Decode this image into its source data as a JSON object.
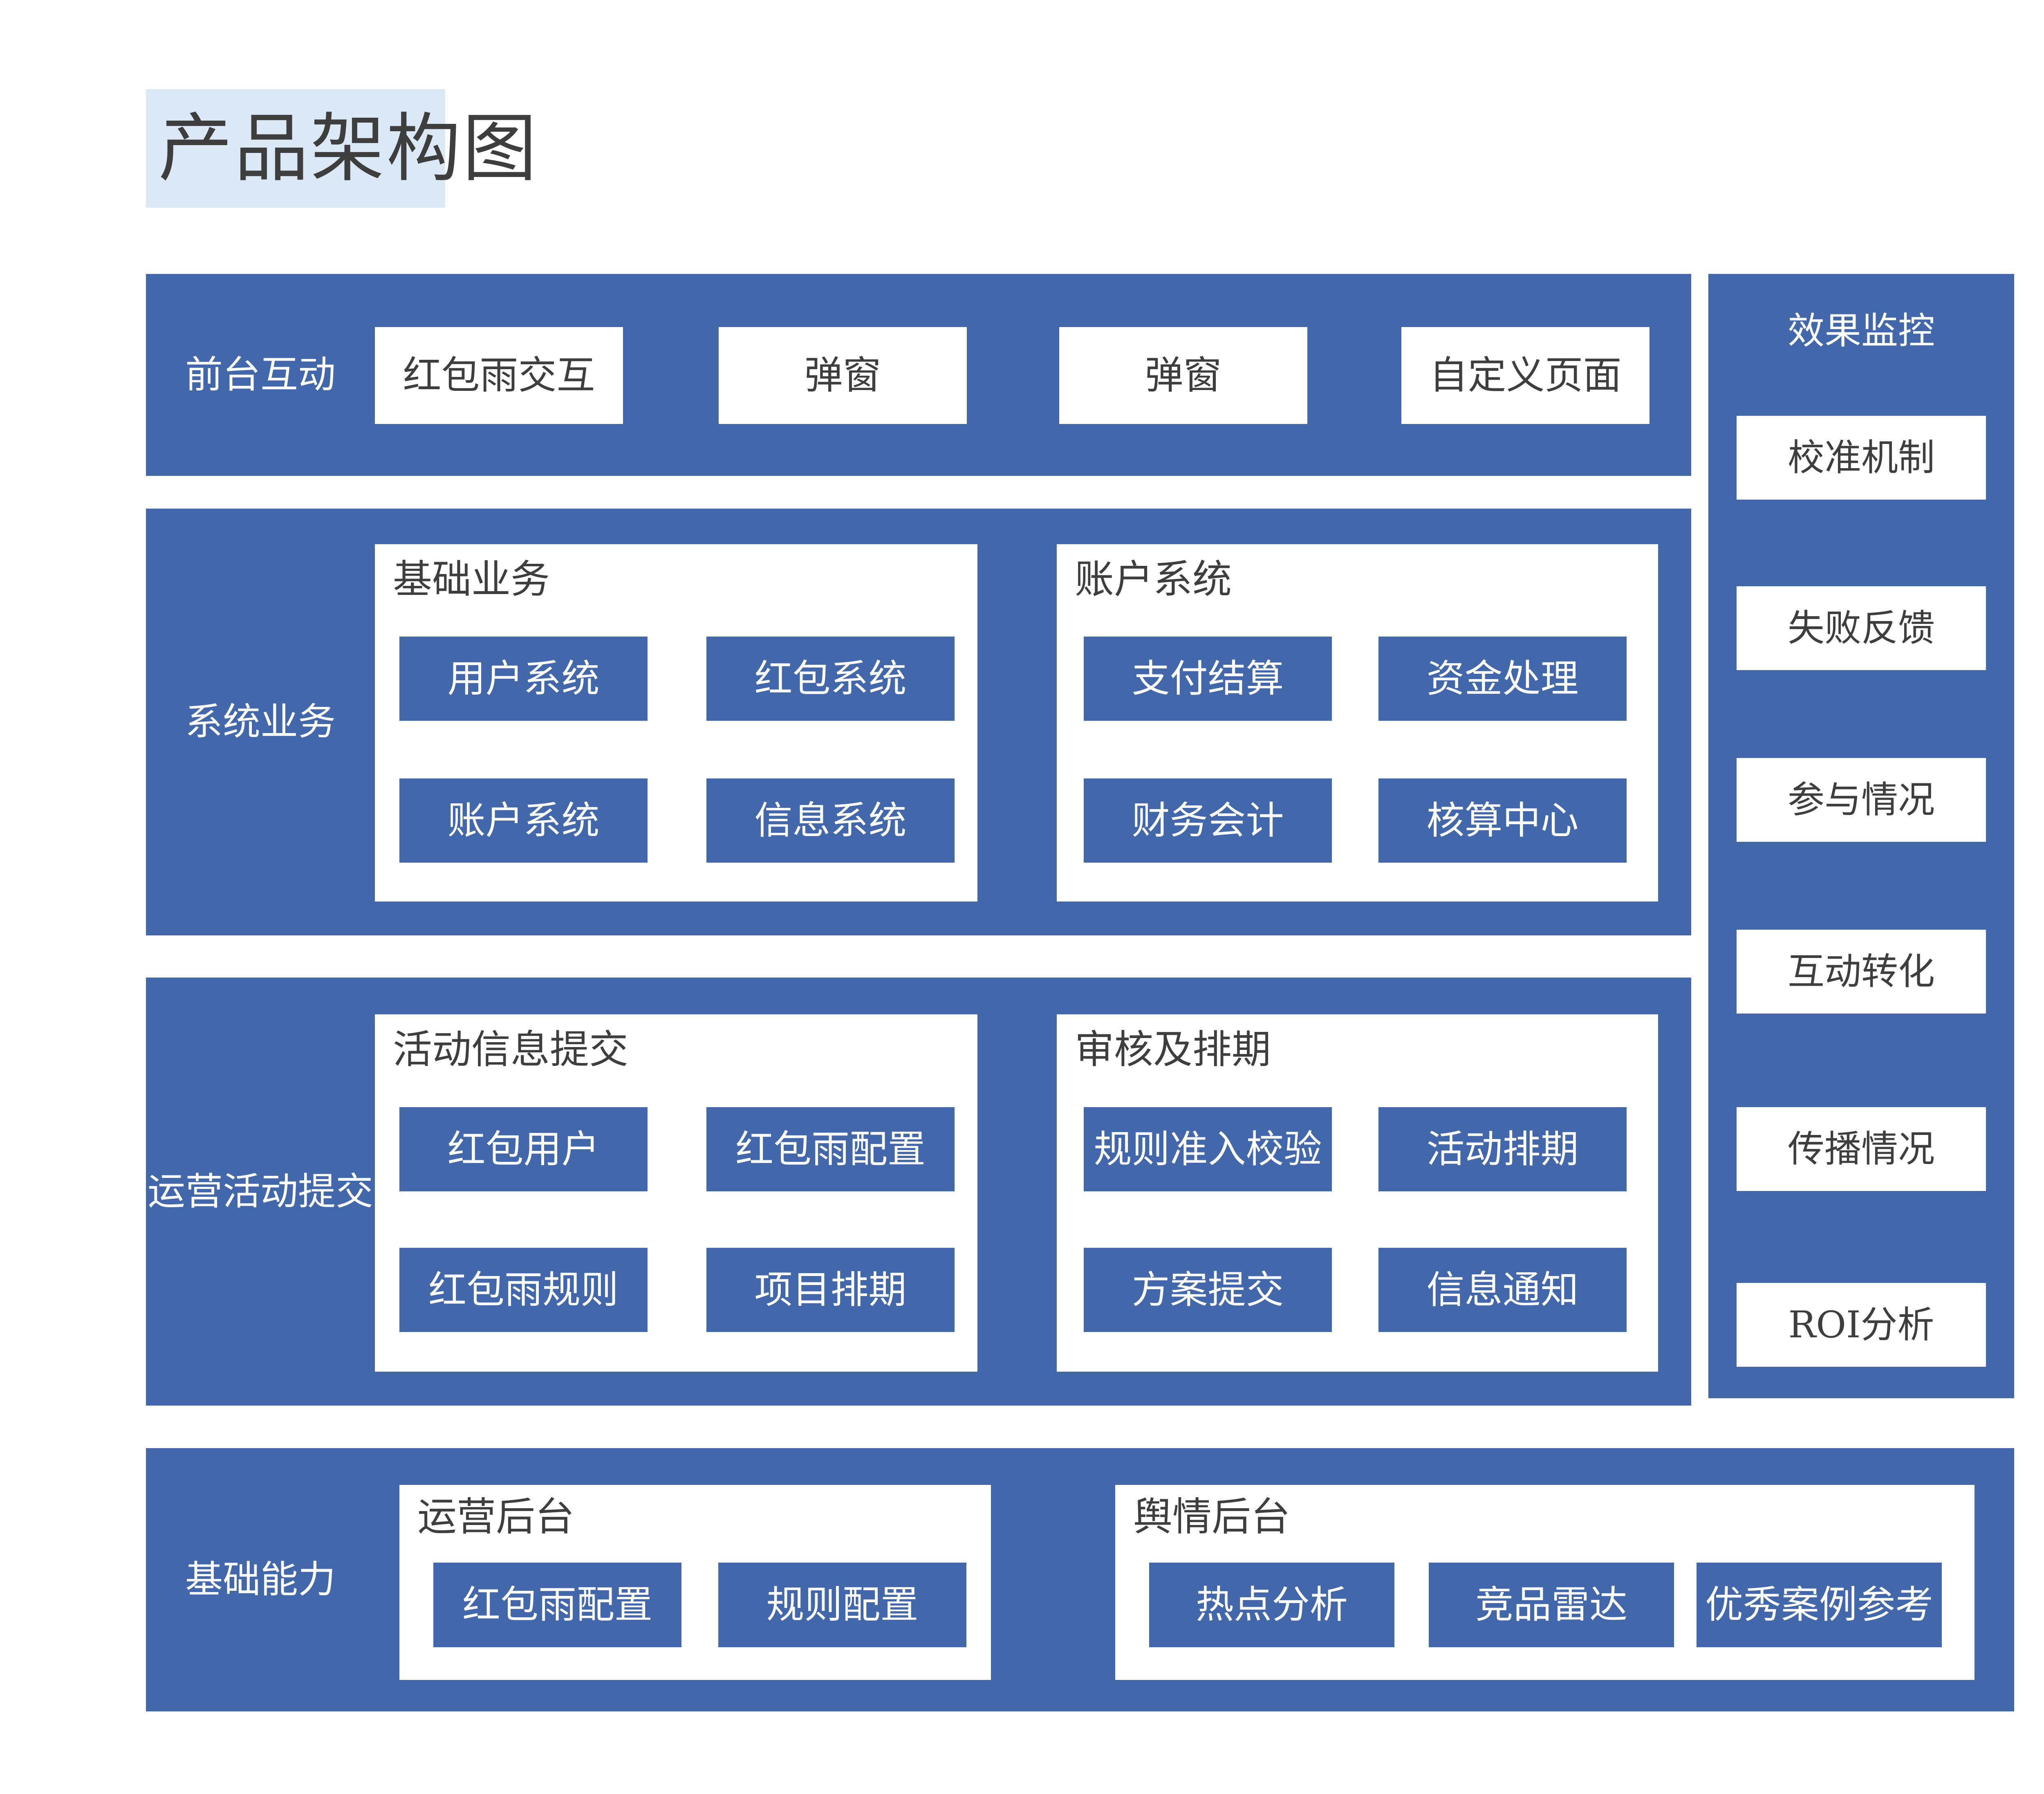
{
  "page": {
    "title": "产品架构图"
  },
  "colors": {
    "section_blue": "#4267ab",
    "title_background": "#dbe9f6",
    "dark_text": "#3e3e3e",
    "white": "#ffffff"
  },
  "rows": [
    {
      "label": "前台互动",
      "boxes": [
        "红包雨交互",
        "弹窗",
        "弹窗",
        "自定义页面"
      ]
    },
    {
      "label": "系统业务",
      "panels": [
        {
          "title": "基础业务",
          "items": [
            "用户系统",
            "红包系统",
            "账户系统",
            "信息系统"
          ]
        },
        {
          "title": "账户系统",
          "items": [
            "支付结算",
            "资金处理",
            "财务会计",
            "核算中心"
          ]
        }
      ]
    },
    {
      "label": "运营活动提交",
      "panels": [
        {
          "title": "活动信息提交",
          "items": [
            "红包用户",
            "红包雨配置",
            "红包雨规则",
            "项目排期"
          ]
        },
        {
          "title": "审核及排期",
          "items": [
            "规则准入校验",
            "活动排期",
            "方案提交",
            "信息通知"
          ]
        }
      ]
    },
    {
      "label": "基础能力",
      "panels": [
        {
          "title": "运营后台",
          "items": [
            "红包雨配置",
            "规则配置"
          ]
        },
        {
          "title": "舆情后台",
          "items": [
            "热点分析",
            "竞品雷达",
            "优秀案例参考"
          ]
        }
      ]
    }
  ],
  "sidebar": {
    "title": "效果监控",
    "items": [
      "校准机制",
      "失败反馈",
      "参与情况",
      "互动转化",
      "传播情况",
      "ROI分析"
    ]
  }
}
